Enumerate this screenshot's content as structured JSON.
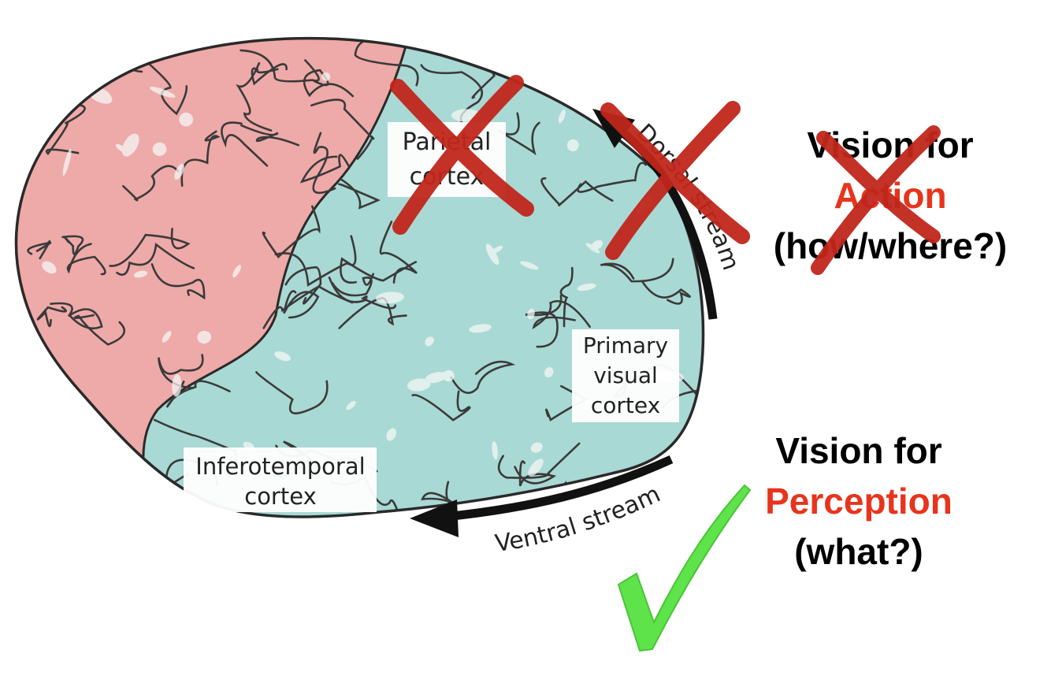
{
  "brain_labels": {
    "parietal": [
      "Parietal",
      "cortex"
    ],
    "primary_visual": [
      "Primary",
      "visual",
      "cortex"
    ],
    "inferotemporal": [
      "Inferotemporal",
      "cortex"
    ],
    "dorsal_stream": "Dorsal stream",
    "ventral_stream": "Ventral stream"
  },
  "dorsal_panel": {
    "line1": "Vision for",
    "line2": "Action",
    "line3": "(how/where?)"
  },
  "ventral_panel": {
    "line1": "Vision for",
    "line2": "Perception",
    "line3": "(what?)"
  },
  "colors": {
    "frontal_lobe": "#eeaaa8",
    "posterior_lobes": "#a9d9d4",
    "cross_mark": "#c0261c",
    "check_mark": "#5fe34a",
    "accent_text": "#e8341c"
  },
  "icons": [
    "cross-mark-icon",
    "check-mark-icon"
  ]
}
